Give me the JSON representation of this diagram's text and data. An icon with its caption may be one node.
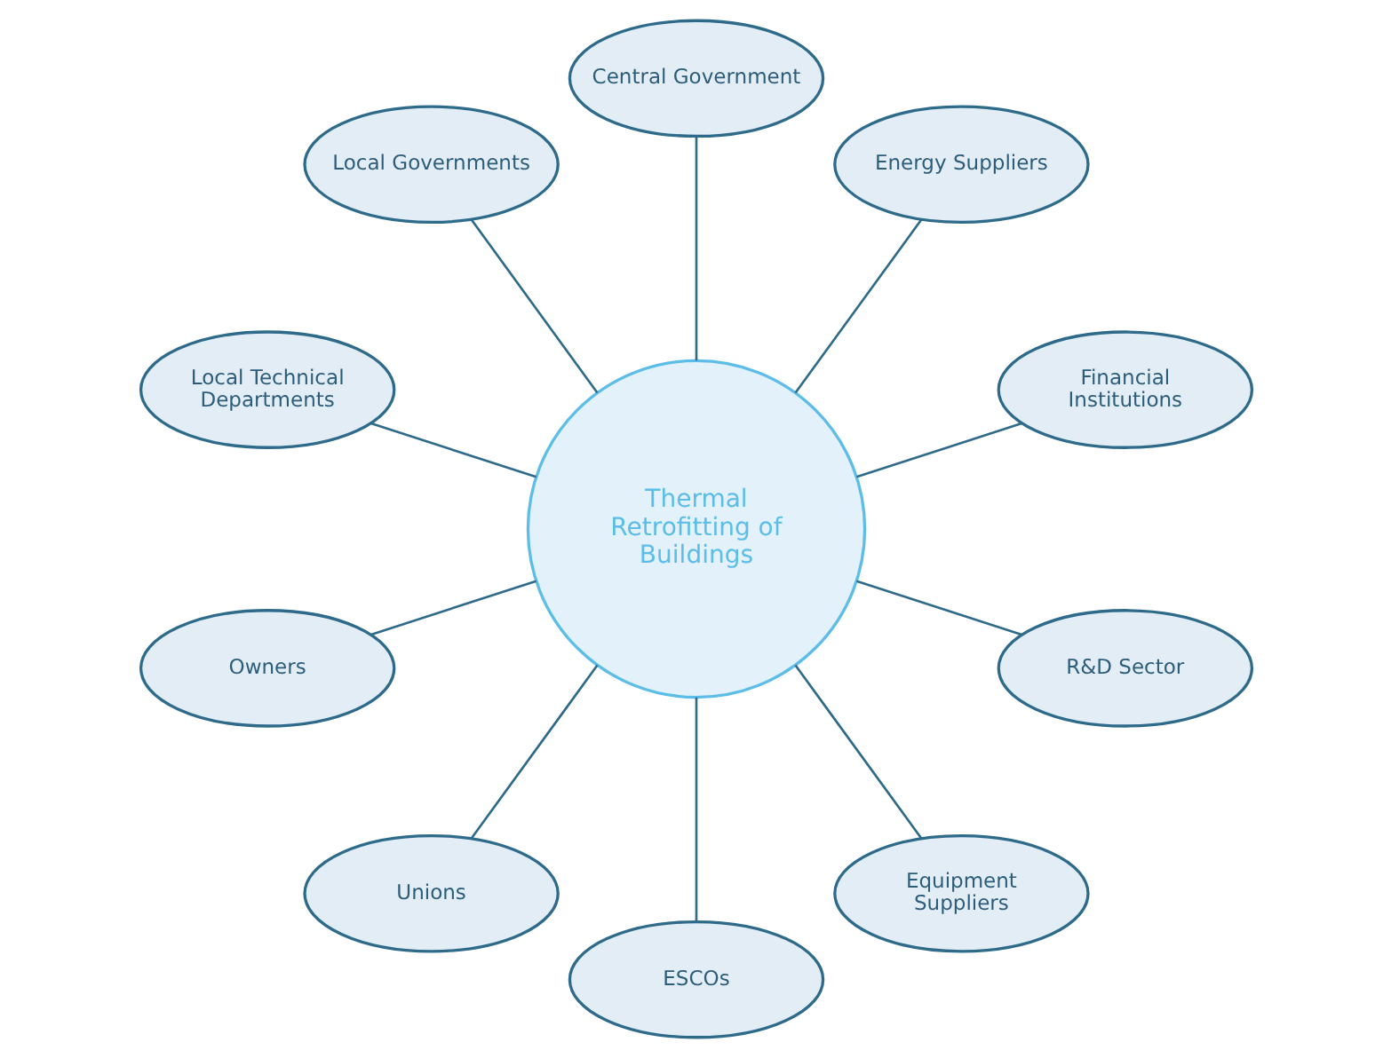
{
  "diagram": {
    "nodes": [
      {
        "text": [
          "Thermal Retrofitting of Buildings"
        ]
      },
      {
        "text": [
          "Central Government"
        ]
      },
      {
        "text": [
          "Energy Suppliers"
        ]
      },
      {
        "text": [
          "Financial Institutions"
        ]
      },
      {
        "text": [
          "R&D Sector"
        ]
      },
      {
        "text": [
          "Equipment Suppliers"
        ]
      },
      {
        "text": [
          "ESCOs"
        ]
      },
      {
        "text": [
          "Unions"
        ]
      },
      {
        "text": [
          "Owners"
        ]
      },
      {
        "text": [
          "Local Technical Departments"
        ]
      },
      {
        "text": [
          "Local Governments"
        ]
      }
    ],
    "edges": [
      {
        "from": 0,
        "to": 1,
        "arrow": "none"
      },
      {
        "from": 0,
        "to": 2,
        "arrow": "none"
      },
      {
        "from": 0,
        "to": 3,
        "arrow": "none"
      },
      {
        "from": 0,
        "to": 4,
        "arrow": "none"
      },
      {
        "from": 0,
        "to": 5,
        "arrow": "none"
      },
      {
        "from": 0,
        "to": 6,
        "arrow": "none"
      },
      {
        "from": 0,
        "to": 7,
        "arrow": "none"
      },
      {
        "from": 0,
        "to": 8,
        "arrow": "none"
      },
      {
        "from": 0,
        "to": 9,
        "arrow": "none"
      },
      {
        "from": 0,
        "to": 10,
        "arrow": "none"
      }
    ]
  }
}
